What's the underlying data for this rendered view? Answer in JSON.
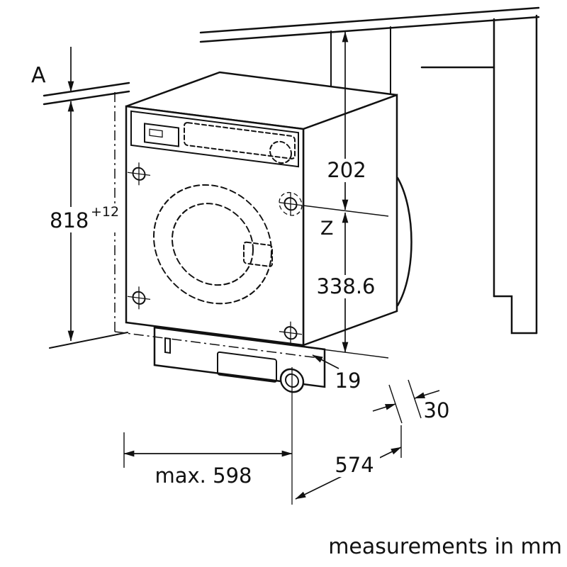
{
  "labels": {
    "a_ref": "A",
    "niche_height": "818",
    "niche_height_sup": "+12",
    "top_distance": "202",
    "z_label": "Z",
    "z_distance": "338.6",
    "plinth_offset": "19",
    "door_gap": "30",
    "max_width": "max. 598",
    "depth": "574"
  },
  "footer": {
    "note": "measurements in mm"
  },
  "colors": {
    "line": "#111111",
    "background": "#ffffff"
  }
}
